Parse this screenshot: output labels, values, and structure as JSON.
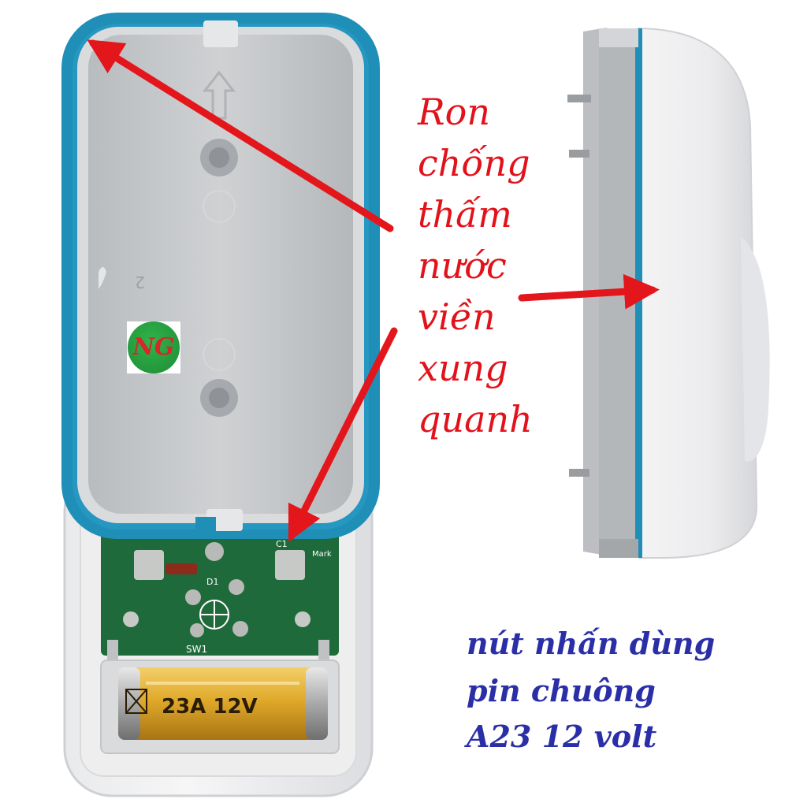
{
  "annotations": {
    "gasket_note": {
      "lines": [
        "Ron",
        "chống",
        "thấm",
        "nước",
        "viền",
        "xung",
        "quanh"
      ],
      "color": "#e2121b"
    },
    "battery_note": {
      "lines": [
        "nút nhấn dùng",
        "pin chuông",
        "A23 12 volt"
      ],
      "color": "#2a2fa8"
    }
  },
  "logo": {
    "text": "NG"
  },
  "device_labels": {
    "pcb_sw": "SW1",
    "pcb_d": "D1",
    "pcb_c": "C1",
    "pcb_mark": "Mark",
    "battery": "23A 12V",
    "case_number": "2"
  },
  "colors": {
    "gasket_blue": "#1f8fb8",
    "case_grey": "#c6c8cb",
    "pcb_green": "#1f6a3a",
    "battery_gold": "#e0a92a",
    "arrow_red": "#e3161c"
  }
}
